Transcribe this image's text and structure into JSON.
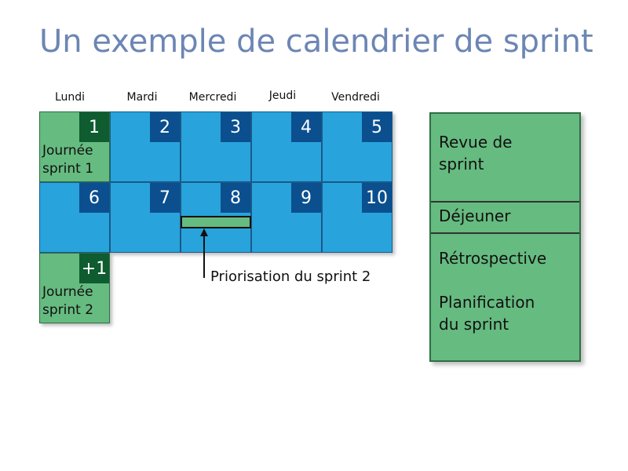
{
  "title": "Un exemple de calendrier de sprint",
  "days": [
    "Lundi",
    "Mardi",
    "Mercredi",
    "Jeudi",
    "Vendredi"
  ],
  "cells": [
    {
      "number": "1",
      "label": "Journée\nsprint 1",
      "color": "green"
    },
    {
      "number": "2",
      "label": "",
      "color": "blue"
    },
    {
      "number": "3",
      "label": "",
      "color": "blue"
    },
    {
      "number": "4",
      "label": "",
      "color": "blue"
    },
    {
      "number": "5",
      "label": "",
      "color": "blue"
    },
    {
      "number": "6",
      "label": "",
      "color": "blue"
    },
    {
      "number": "7",
      "label": "",
      "color": "blue"
    },
    {
      "number": "8",
      "label": "",
      "color": "blue"
    },
    {
      "number": "9",
      "label": "",
      "color": "blue"
    },
    {
      "number": "10",
      "label": "",
      "color": "blue"
    },
    {
      "number": "+1",
      "label": "Journée\nsprint 2",
      "color": "green"
    }
  ],
  "annotation": {
    "label": "Priorisation du sprint 2"
  },
  "panel": {
    "review": "Revue de\nsprint",
    "lunch": "Déjeuner",
    "retro": "Rétrospective",
    "planning": "Planification\ndu sprint"
  },
  "colors": {
    "title": "#6c86b4",
    "cell_blue": "#29a3db",
    "cell_green": "#66bb80",
    "number_blue": "#0b4f8f",
    "number_green": "#0e5c2f"
  }
}
